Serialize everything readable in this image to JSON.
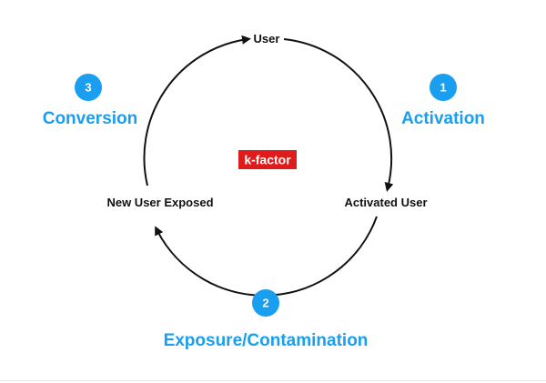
{
  "colors": {
    "accent": "#1a9ef0",
    "cycle_stroke": "#111111",
    "center_badge": "#e01b1b"
  },
  "cycle": {
    "nodes": {
      "user": "User",
      "activated_user": "Activated User",
      "new_user_exposed": "New User Exposed"
    },
    "center_label": "k-factor"
  },
  "phases": [
    {
      "number": "1",
      "label": "Activation"
    },
    {
      "number": "2",
      "label": "Exposure/Contamination"
    },
    {
      "number": "3",
      "label": "Conversion"
    }
  ]
}
